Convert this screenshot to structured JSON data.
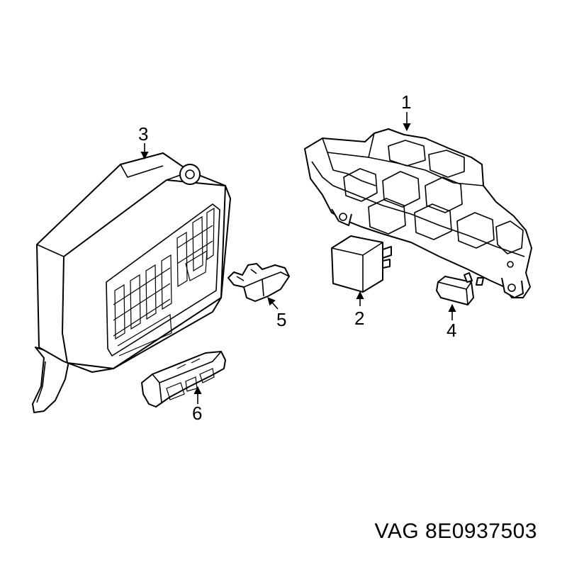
{
  "diagram": {
    "callouts": [
      {
        "id": "1",
        "label": "1"
      },
      {
        "id": "2",
        "label": "2"
      },
      {
        "id": "3",
        "label": "3"
      },
      {
        "id": "4",
        "label": "4"
      },
      {
        "id": "5",
        "label": "5"
      },
      {
        "id": "6",
        "label": "6"
      }
    ],
    "part_number_caption": "VAG 8E0937503",
    "colors": {
      "line": "#000000",
      "background": "#ffffff"
    }
  }
}
